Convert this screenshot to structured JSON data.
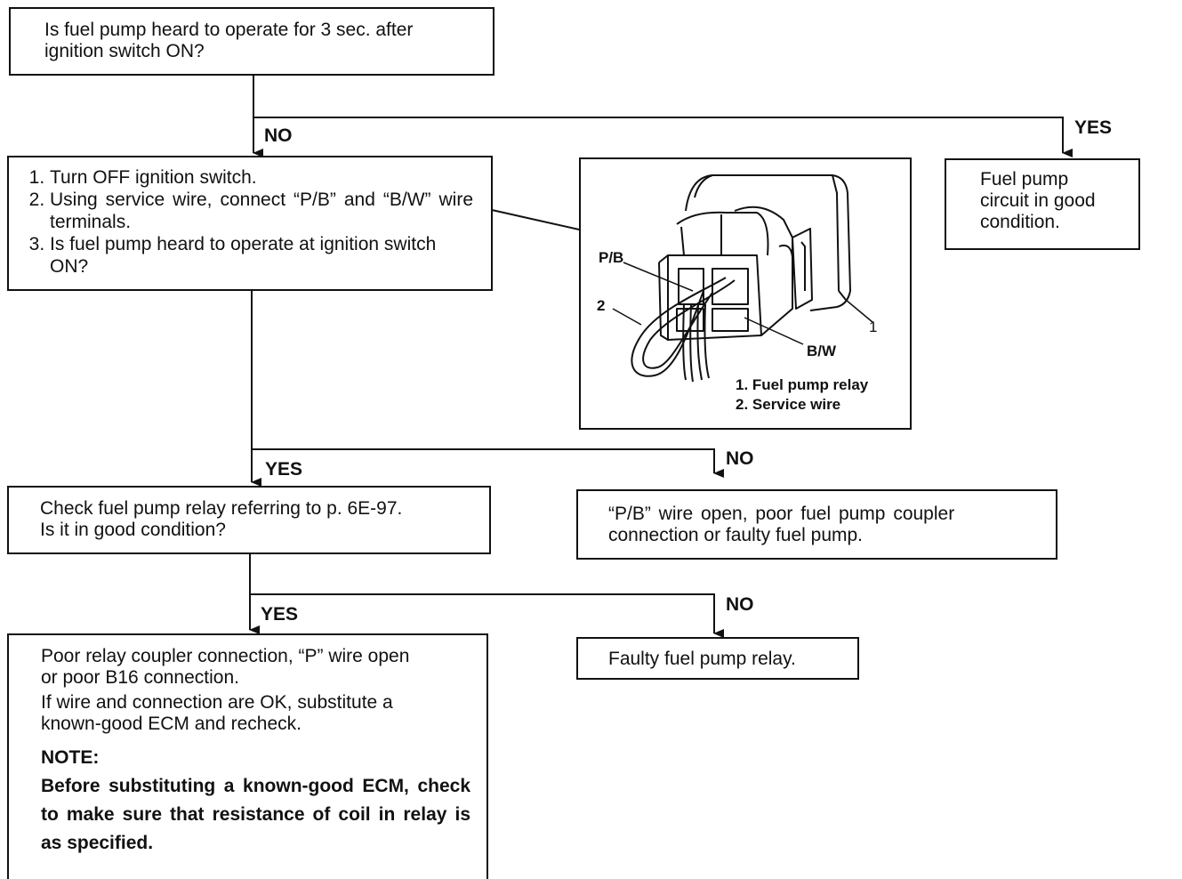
{
  "flowchart": {
    "q1": "Is fuel pump heard to operate for 3 sec. after ignition switch ON?",
    "q1_lines": [
      "Is fuel pump heard to operate for 3 sec. after",
      "ignition switch ON?"
    ],
    "q1_no": "NO",
    "q1_yes": "YES",
    "q1_yes_result_lines": [
      "Fuel pump",
      "circuit in good",
      "condition."
    ],
    "q2_steps": [
      "Turn OFF ignition switch.",
      "Using service wire, connect “P/B” and “B/W” wire terminals.",
      "Is fuel pump heard to operate at ignition switch ON?"
    ],
    "q2_yes": "YES",
    "q2_no": "NO",
    "q2_no_result_lines": [
      "“P/B” wire open, poor fuel pump coupler",
      "connection or faulty fuel pump."
    ],
    "q3_lines": [
      "Check fuel pump relay referring to p. 6E-97.",
      "Is it in good condition?"
    ],
    "q3_yes": "YES",
    "q3_no": "NO",
    "q3_no_result": "Faulty fuel pump relay.",
    "q3_yes_result_lines": [
      "Poor relay coupler connection, “P” wire open",
      "or poor B16 connection.",
      "If wire and connection are OK, substitute a",
      "known-good ECM and recheck."
    ],
    "note_title": "NOTE:",
    "note_body": "Before substituting a known-good ECM, check to make sure that resistance of coil in relay is as specified."
  },
  "figure": {
    "label_pb": "P/B",
    "label_bw": "B/W",
    "label_1": "1",
    "label_2": "2",
    "legend": [
      "1.  Fuel pump relay",
      "2.  Service wire"
    ]
  }
}
